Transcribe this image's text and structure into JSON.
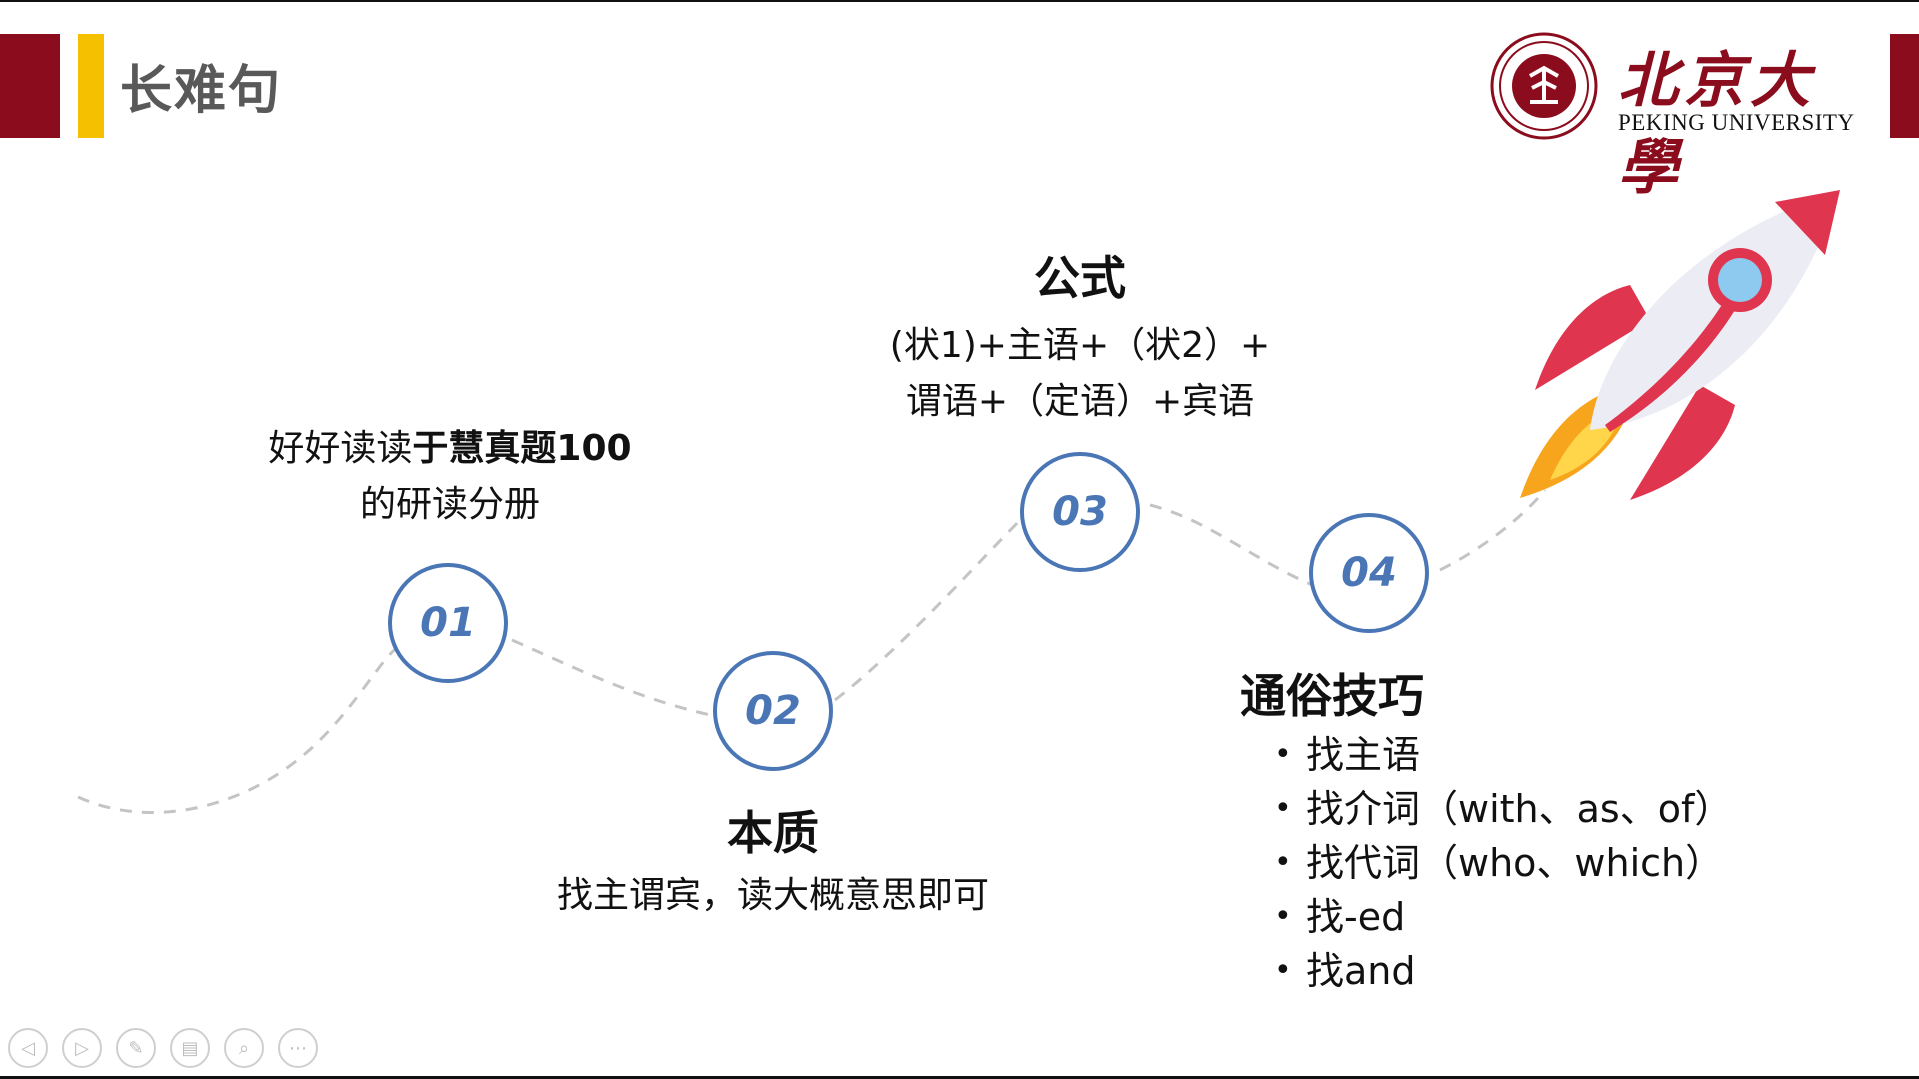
{
  "header": {
    "title": "长难句",
    "colors": {
      "brand_red": "#8b0c1c",
      "accent_yellow": "#f5c000",
      "step_blue": "#4a76b5"
    }
  },
  "logo": {
    "cn": "北京大學",
    "en": "PEKING UNIVERSITY",
    "seal_icon": "peking-university-seal"
  },
  "steps": [
    {
      "num": "01",
      "text_normal": "好好读读",
      "text_bold": "于慧真题100",
      "text_line2": "的研读分册"
    },
    {
      "num": "02",
      "title": "本质",
      "text": "找主谓宾，读大概意思即可"
    },
    {
      "num": "03",
      "title": "公式",
      "line1": "(状1)+主语+（状2）+",
      "line2": "谓语+（定语）+宾语"
    },
    {
      "num": "04",
      "title": "通俗技巧",
      "tips": [
        "找主语",
        "找介词（with、as、of）",
        "找代词（who、which）",
        "找-ed",
        "找and"
      ]
    }
  ],
  "toolbar": {
    "icons": [
      "prev-icon",
      "next-icon",
      "pen-icon",
      "slides-icon",
      "zoom-icon",
      "more-icon"
    ]
  }
}
